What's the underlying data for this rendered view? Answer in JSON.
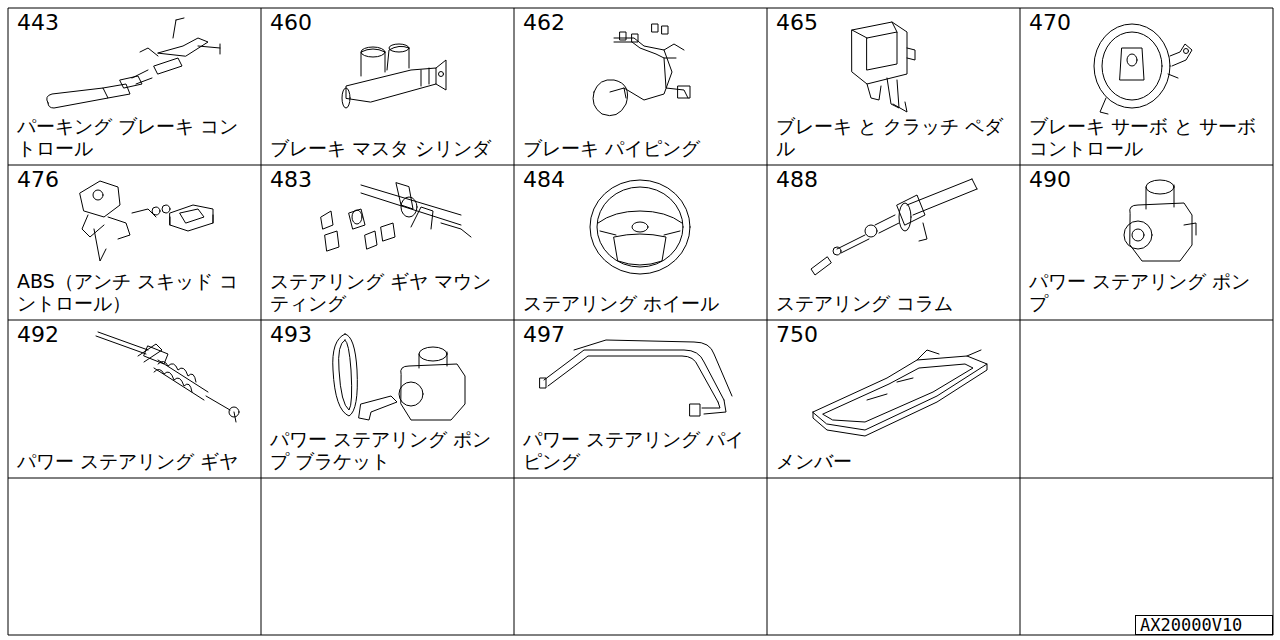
{
  "diagram": {
    "nodes": [
      {
        "text": [
          "443",
          "パーキング ブレーキ コントロール"
        ]
      },
      {
        "text": [
          "460",
          "ブレーキ マスタ シリンダ"
        ]
      },
      {
        "text": [
          "462",
          "ブレーキ パイピング"
        ]
      },
      {
        "text": [
          "465",
          "ブレーキ と クラッチ ペダル"
        ]
      },
      {
        "text": [
          "470",
          "ブレーキ サーボ と サーボ コントロール"
        ]
      },
      {
        "text": [
          "476",
          "ABS（アンチ スキッド コントロール）"
        ]
      },
      {
        "text": [
          "483",
          "ステアリング ギヤ マウンティング"
        ]
      },
      {
        "text": [
          "484",
          "ステアリング ホイール"
        ]
      },
      {
        "text": [
          "488",
          "ステアリング コラム"
        ]
      },
      {
        "text": [
          "490",
          "パワー ステアリング ポンプ"
        ]
      },
      {
        "text": [
          "492",
          "パワー ステアリング ギヤ"
        ]
      },
      {
        "text": [
          "493",
          "パワー ステアリング ポンプ ブラケット"
        ]
      },
      {
        "text": [
          "497",
          "パワー ステアリング パイピング"
        ]
      },
      {
        "text": [
          "750",
          "メンバー"
        ]
      },
      {
        "text": [
          "AX20000V10"
        ]
      }
    ]
  }
}
